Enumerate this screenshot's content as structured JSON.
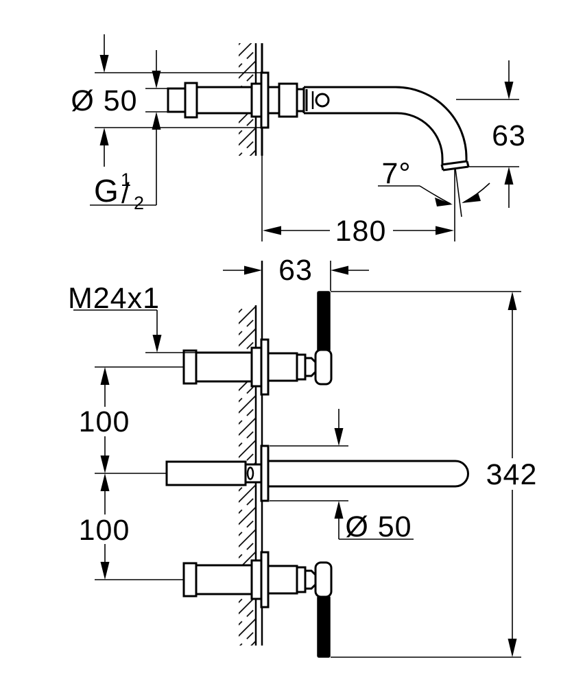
{
  "side_view": {
    "escutcheon_diameter": "Ø 50",
    "thread": {
      "letter": "G",
      "numerator": "1",
      "slash": "/",
      "denominator": "2"
    },
    "spout_drop": "63",
    "spout_angle": "7°",
    "spout_reach": "180"
  },
  "front_view": {
    "wall_clearance": "63",
    "valve_thread": "M24x1",
    "upper_spacing": "100",
    "lower_spacing": "100",
    "spout_escutcheon_diameter": "Ø 50",
    "overall_span": "342"
  }
}
